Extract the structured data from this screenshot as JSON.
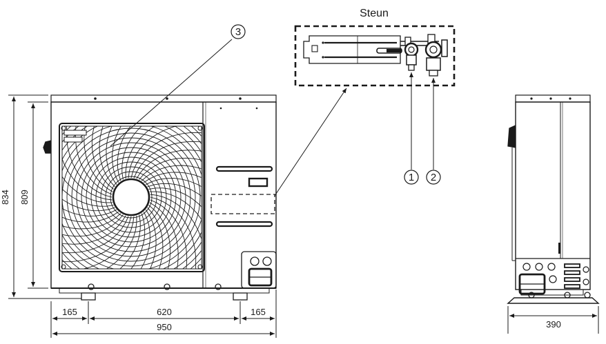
{
  "labels": {
    "detail_title": "Steun",
    "callout_1": "1",
    "callout_2": "2",
    "callout_3": "3"
  },
  "dimensions": {
    "height_total": "834",
    "height_body": "809",
    "left_segment": "165",
    "middle_segment": "620",
    "right_segment": "165",
    "total_width": "950",
    "depth": "390"
  },
  "colors": {
    "line": "#1a1a1a",
    "fill_light": "#ffffff",
    "fill_dark": "#1a1a1a"
  }
}
